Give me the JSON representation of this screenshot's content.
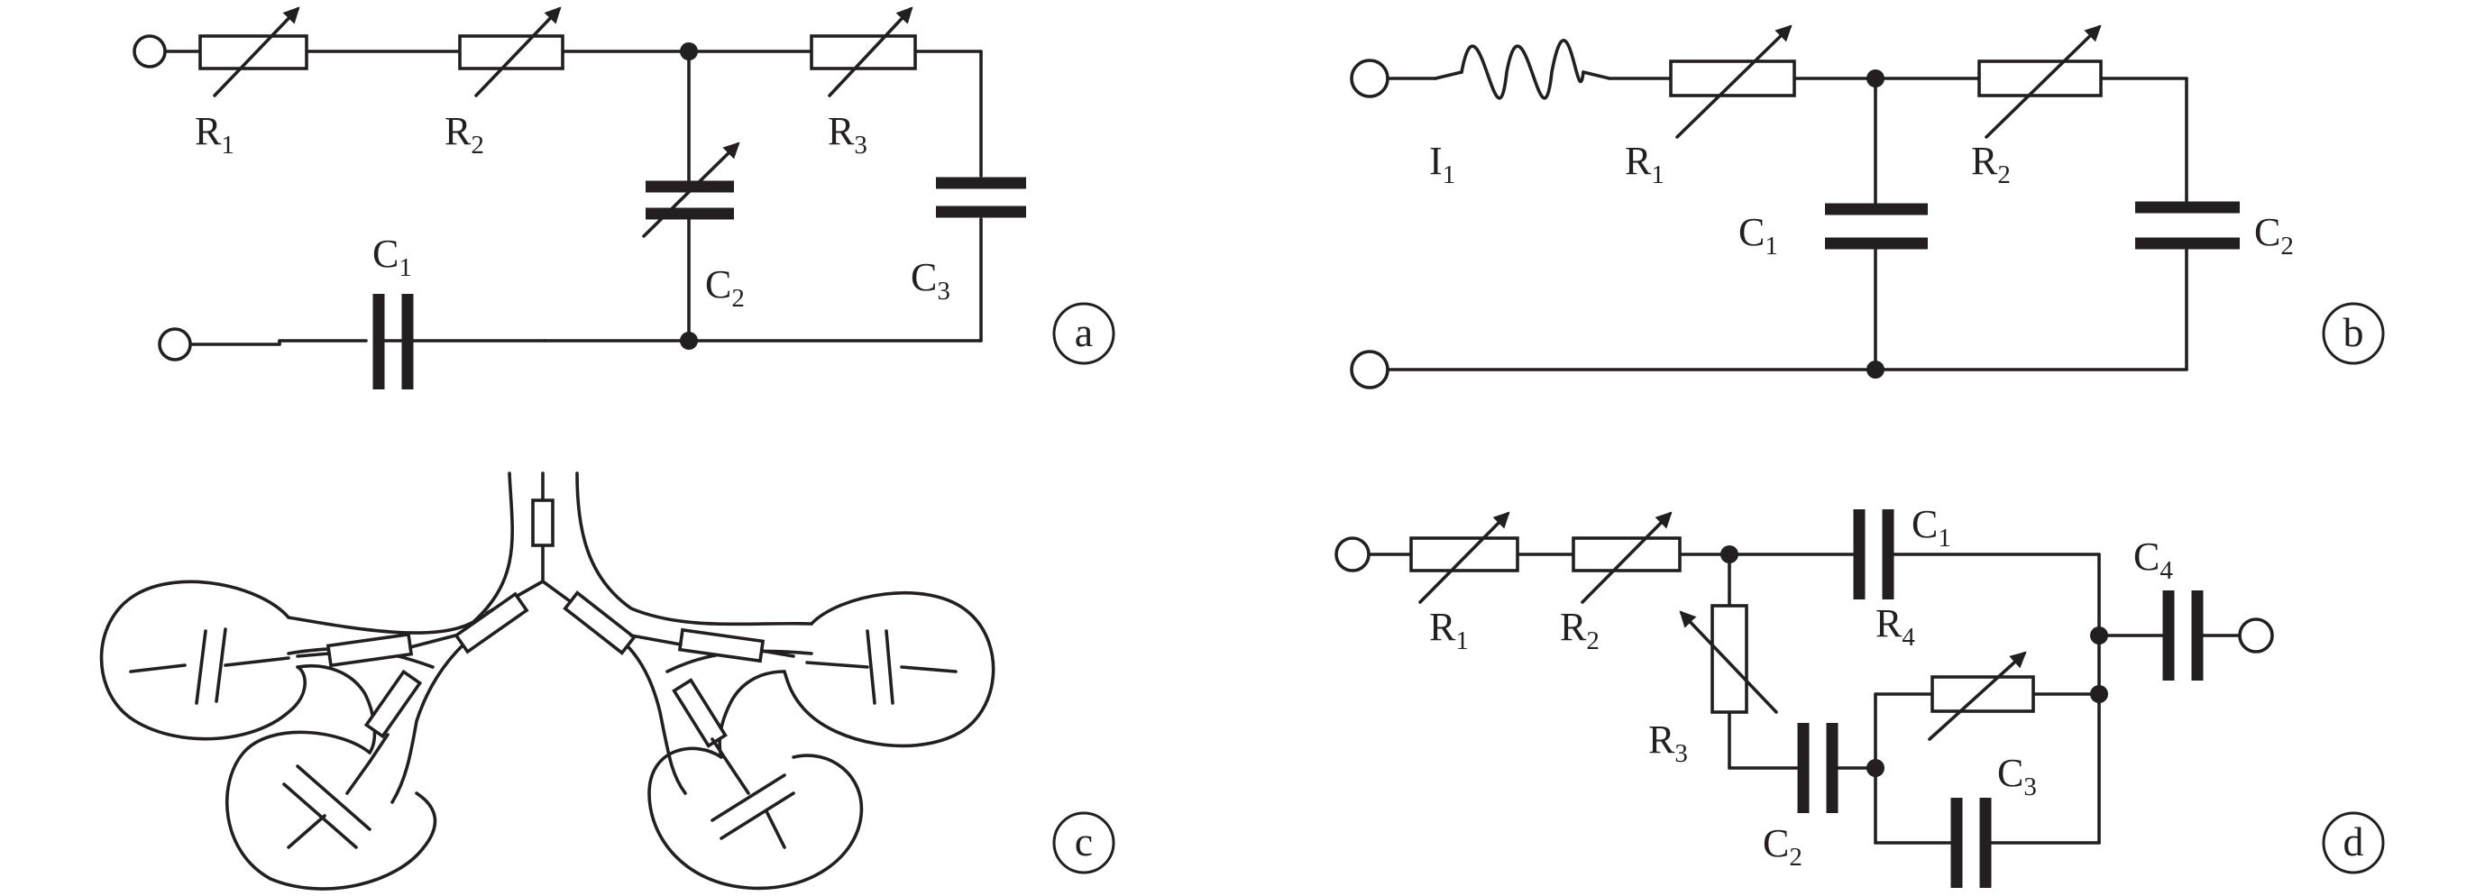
{
  "panels": {
    "a": {
      "badge": "a",
      "labels": {
        "R1": {
          "main": "R",
          "sub": "1"
        },
        "R2": {
          "main": "R",
          "sub": "2"
        },
        "R3": {
          "main": "R",
          "sub": "3"
        },
        "C1": {
          "main": "C",
          "sub": "1"
        },
        "C2": {
          "main": "C",
          "sub": "2"
        },
        "C3": {
          "main": "C",
          "sub": "3"
        }
      }
    },
    "b": {
      "badge": "b",
      "labels": {
        "I1": {
          "main": "I",
          "sub": "1"
        },
        "R1": {
          "main": "R",
          "sub": "1"
        },
        "R2": {
          "main": "R",
          "sub": "2"
        },
        "C1": {
          "main": "C",
          "sub": "1"
        },
        "C2": {
          "main": "C",
          "sub": "2"
        }
      }
    },
    "c": {
      "badge": "c"
    },
    "d": {
      "badge": "d",
      "labels": {
        "R1": {
          "main": "R",
          "sub": "1"
        },
        "R2": {
          "main": "R",
          "sub": "2"
        },
        "R3": {
          "main": "R",
          "sub": "3"
        },
        "R4": {
          "main": "R",
          "sub": "4"
        },
        "C1": {
          "main": "C",
          "sub": "1"
        },
        "C2": {
          "main": "C",
          "sub": "2"
        },
        "C3": {
          "main": "C",
          "sub": "3"
        },
        "C4": {
          "main": "C",
          "sub": "4"
        }
      }
    }
  },
  "colors": {
    "ink": "#231f20",
    "background": "#ffffff"
  }
}
